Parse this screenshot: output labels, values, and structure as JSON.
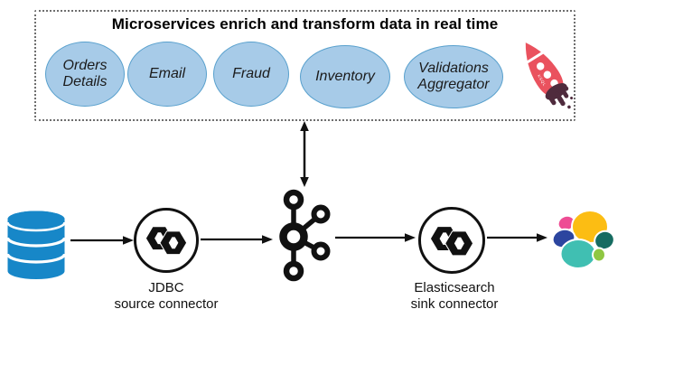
{
  "microservices_box": {
    "title": "Microservices enrich and transform data in real time",
    "services": [
      {
        "lines": [
          "Orders",
          "Details"
        ]
      },
      {
        "lines": [
          "Email"
        ]
      },
      {
        "lines": [
          "Fraud"
        ]
      },
      {
        "lines": [
          "Inventory"
        ]
      },
      {
        "lines": [
          "Validations",
          "Aggregator"
        ]
      }
    ],
    "rocket_label": "KSQL"
  },
  "pipeline": {
    "jdbc_connector_label": {
      "line1": "JDBC",
      "line2": "source connector"
    },
    "es_connector_label": {
      "line1": "Elasticsearch",
      "line2": "sink connector"
    }
  },
  "icons": {
    "source": "database-cylinder-icon",
    "connectors": "kafka-connect-icon",
    "broker": "apache-kafka-icon",
    "sink": "elasticsearch-logo-icon",
    "microservices": "ksql-rocket-icon",
    "flow": "arrow-right-icon",
    "exchange": "double-headed-vertical-arrow-icon"
  },
  "colors": {
    "ellipse_fill": "#a7cbe8",
    "ellipse_stroke": "#58a0cd",
    "database_blue": "#1787c8",
    "rocket_red": "#ea525e",
    "rocket_drip": "#4f2b3d",
    "es_pink": "#ee4c94",
    "es_yellow": "#fcbd13",
    "es_navy": "#2c459f",
    "es_teal": "#40bfb2",
    "es_dark_green": "#166c61",
    "es_light_green": "#8fc742",
    "line_black": "#111111"
  }
}
